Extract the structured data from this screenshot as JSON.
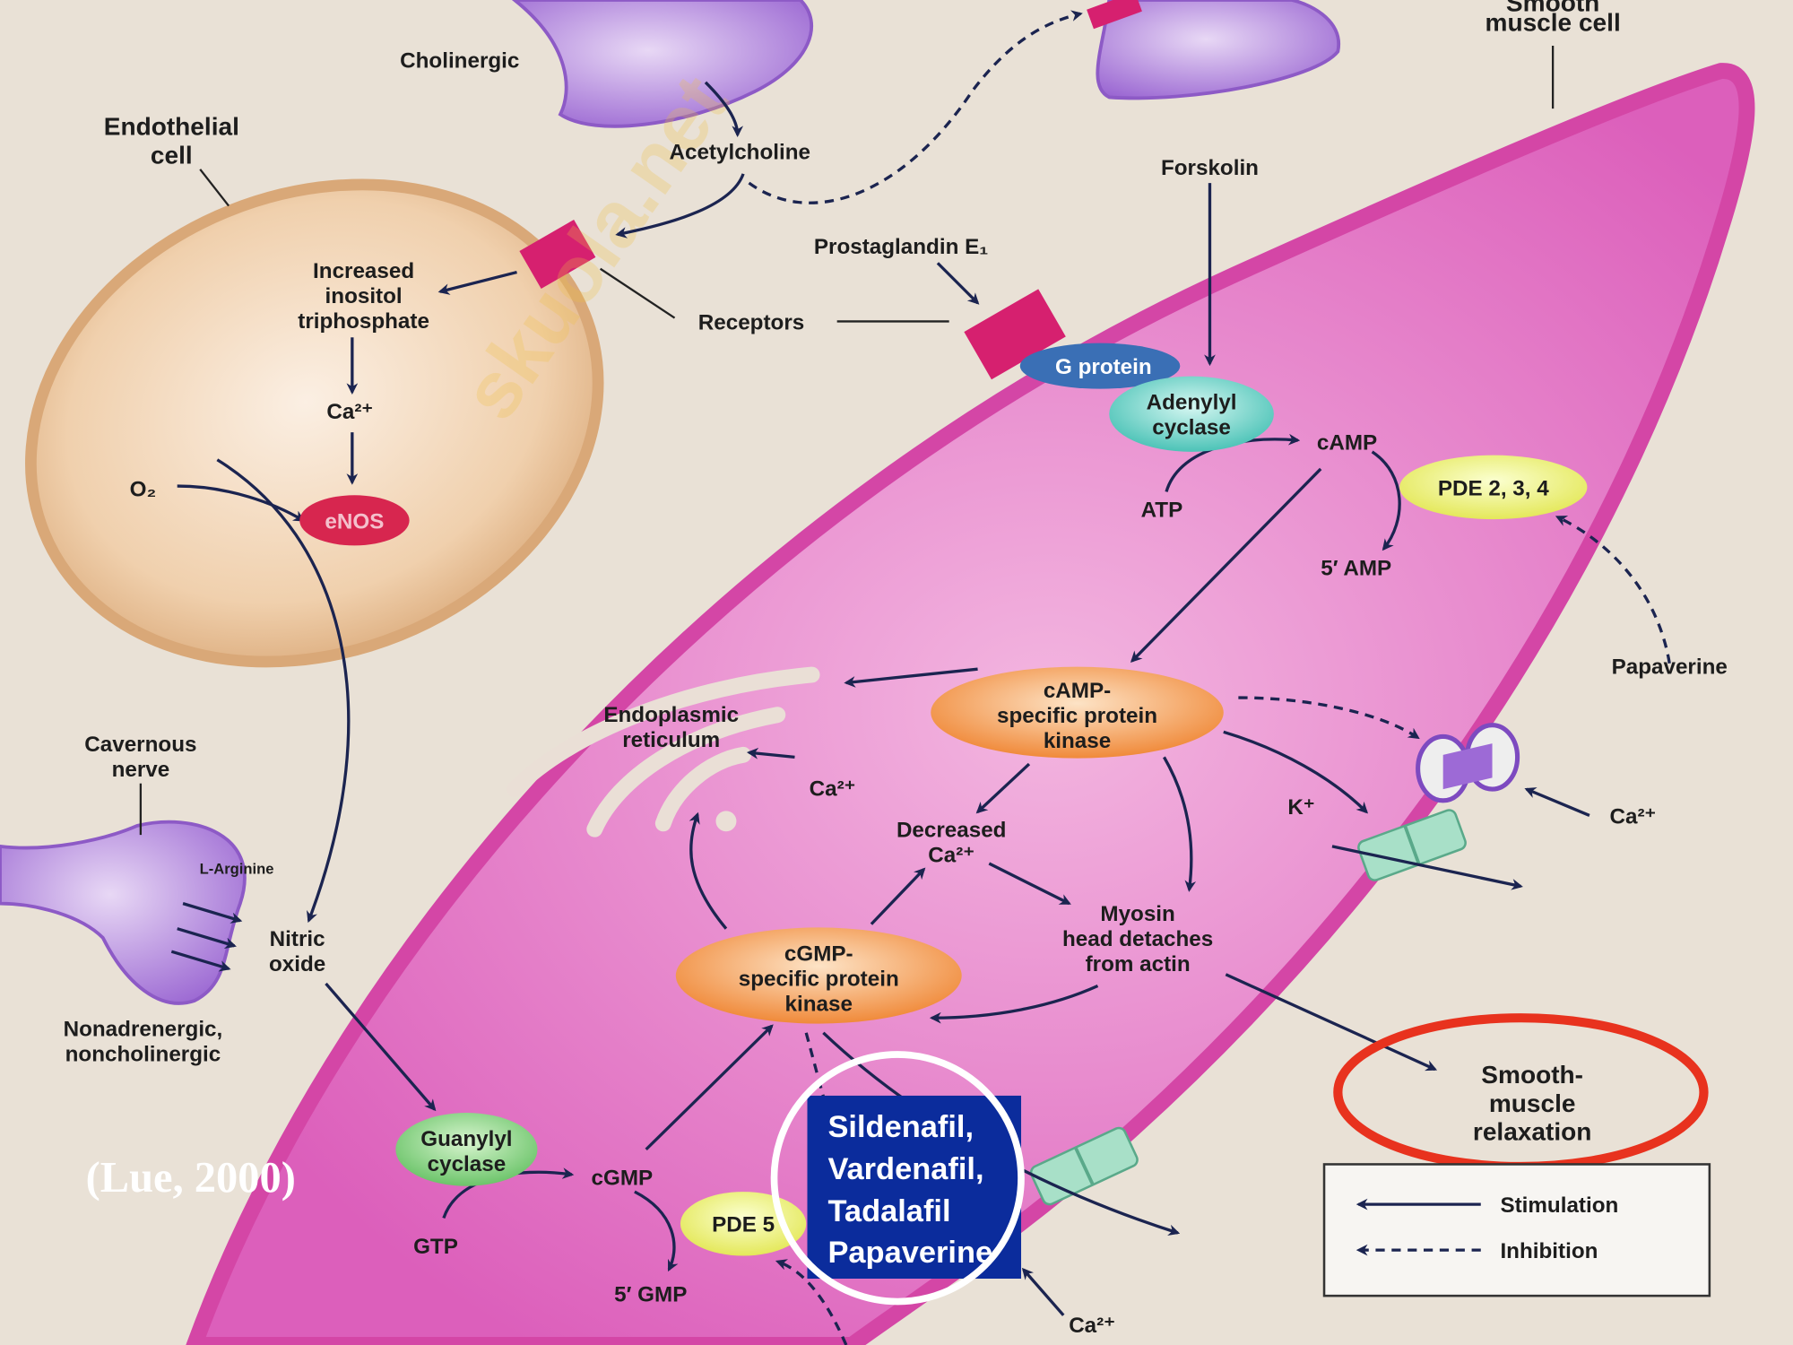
{
  "cells": {
    "smooth_muscle": [
      "Smooth",
      "muscle cell"
    ],
    "endothelial": [
      "Endothelial",
      "cell"
    ]
  },
  "nerves": {
    "cholinergic": "Cholinergic",
    "cavernous": [
      "Cavernous",
      "nerve"
    ],
    "nanc": [
      "Nonadrenergic,",
      "noncholinergic"
    ],
    "l_arginine": "L-Arginine"
  },
  "labels": {
    "acetylcholine": "Acetylcholine",
    "forskolin": "Forskolin",
    "prostaglandin": "Prostaglandin E₁",
    "receptors": "Receptors",
    "ip3": [
      "Increased",
      "inositol",
      "triphosphate"
    ],
    "ca_endo": "Ca²⁺",
    "o2": "O₂",
    "enos": "eNOS",
    "g_protein": "G protein",
    "adenylyl": [
      "Adenylyl",
      "cyclase"
    ],
    "camp": "cAMP",
    "atp": "ATP",
    "pde234": "PDE 2, 3, 4",
    "amp5": "5′ AMP",
    "papaverine": "Papaverine",
    "camp_pk": [
      "cAMP-",
      "specific protein",
      "kinase"
    ],
    "er": [
      "Endoplasmic",
      "reticulum"
    ],
    "ca_er": "Ca²⁺",
    "decreased_ca": [
      "Decreased",
      "Ca²⁺"
    ],
    "k_plus": "K⁺",
    "ca_channel": "Ca²⁺",
    "myosin": [
      "Myosin",
      "head detaches",
      "from actin"
    ],
    "nitric_oxide": [
      "Nitric",
      "oxide"
    ],
    "cgmp_pk": [
      "cGMP-",
      "specific protein",
      "kinase"
    ],
    "guanylyl": [
      "Guanylyl",
      "cyclase"
    ],
    "cgmp": "cGMP",
    "gtp": "GTP",
    "pde5": "PDE 5",
    "gmp5": "5′ GMP",
    "ca_bottom": "Ca²⁺",
    "relaxation": [
      "Smooth-",
      "muscle",
      "relaxation"
    ]
  },
  "drugs": [
    "Sildenafil,",
    "Vardenafil,",
    "Tadalafil",
    "Papaverine"
  ],
  "legend": {
    "stimulation": "Stimulation",
    "inhibition": "Inhibition"
  },
  "citation": "(Lue,  2000)",
  "watermark": "skuola.net",
  "colors": {
    "background": "#e9e1d6",
    "muscle": "#e06cc0",
    "endothelial": "#efc9a3",
    "nerve": "#a877d8",
    "drug_box": "#0b2c9c",
    "highlight": "#e8321e"
  }
}
